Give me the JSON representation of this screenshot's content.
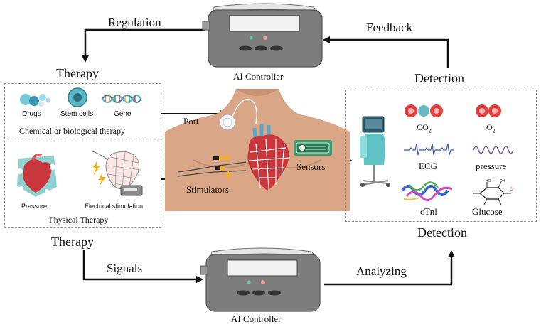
{
  "labels": {
    "regulation": "Regulation",
    "feedback": "Feedback",
    "ai_controller_top": "AI Controller",
    "therapy_top": "Therapy",
    "detection_top": "Detection",
    "drugs": "Drugs",
    "stem_cells": "Stem cells",
    "gene": "Gene",
    "chemical_therapy": "Chemical or biological therapy",
    "pressure_therapy": "Pressure",
    "electrical_stimulation": "Electrical stimulation",
    "physical_therapy": "Physical Therapy",
    "port": "Port",
    "sensors": "Sensors",
    "stimulators": "Stimulators",
    "co2": "CO",
    "co2_sub": "2",
    "o2": "O",
    "o2_sub": "2",
    "ecg": "ECG",
    "pressure_signal": "pressure",
    "ctnl": "cTnl",
    "glucose": "Glucose",
    "detection_bottom": "Detection",
    "therapy_bottom": "Therapy",
    "signals": "Signals",
    "analyzing": "Analyzing",
    "ai_controller_bottom": "AI Controller"
  },
  "colors": {
    "arrow": "#111111",
    "dash_border": "#8a8a8a",
    "controller_body": "#7d7d7d",
    "skin": "#d9a788",
    "heart_red": "#c8373b",
    "molecule_red": "#e0413f",
    "sensor_green": "#3f9a6e",
    "stem_teal": "#5bb8c6"
  },
  "icons": {
    "controller": "controller-device-icon",
    "drugs": "drug-molecule-icon",
    "stem_cells": "stem-cell-icon",
    "gene": "dna-icon",
    "heart": "heart-icon",
    "monitor": "medical-monitor-icon",
    "co2": "co2-molecule-icon",
    "o2": "o2-molecule-icon",
    "ecg": "ecg-wave-icon",
    "pressure_wave": "pressure-wave-icon",
    "protein": "protein-structure-icon",
    "glucose": "glucose-structure-icon"
  }
}
